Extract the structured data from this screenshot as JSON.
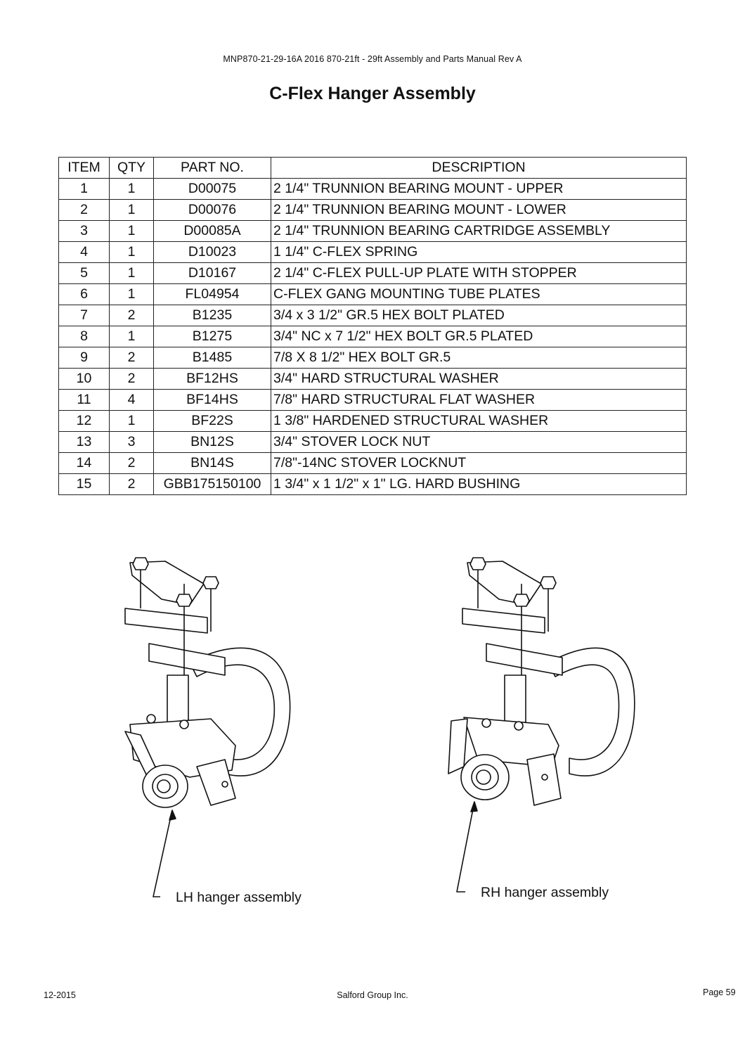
{
  "header": {
    "doc_ref": "MNP870-21-29-16A 2016 870-21ft - 29ft Assembly and Parts Manual Rev A"
  },
  "title": "C-Flex Hanger Assembly",
  "table": {
    "columns": [
      "ITEM",
      "QTY",
      "PART NO.",
      "DESCRIPTION"
    ],
    "rows": [
      {
        "item": "1",
        "qty": "1",
        "part": "D00075",
        "desc": "2 1/4\" TRUNNION BEARING MOUNT - UPPER"
      },
      {
        "item": "2",
        "qty": "1",
        "part": "D00076",
        "desc": "2 1/4\" TRUNNION BEARING MOUNT - LOWER"
      },
      {
        "item": "3",
        "qty": "1",
        "part": "D00085A",
        "desc": "2 1/4\" TRUNNION BEARING CARTRIDGE ASSEMBLY"
      },
      {
        "item": "4",
        "qty": "1",
        "part": "D10023",
        "desc": "1 1/4\" C-FLEX SPRING"
      },
      {
        "item": "5",
        "qty": "1",
        "part": "D10167",
        "desc": "2 1/4\" C-FLEX PULL-UP PLATE WITH STOPPER"
      },
      {
        "item": "6",
        "qty": "1",
        "part": "FL04954",
        "desc": "C-FLEX GANG MOUNTING TUBE PLATES"
      },
      {
        "item": "7",
        "qty": "2",
        "part": "B1235",
        "desc": "3/4 x 3 1/2\" GR.5 HEX BOLT PLATED"
      },
      {
        "item": "8",
        "qty": "1",
        "part": "B1275",
        "desc": "3/4\" NC x 7 1/2\" HEX BOLT GR.5 PLATED"
      },
      {
        "item": "9",
        "qty": "2",
        "part": "B1485",
        "desc": "7/8 X 8 1/2\" HEX BOLT GR.5"
      },
      {
        "item": "10",
        "qty": "2",
        "part": "BF12HS",
        "desc": "3/4\" HARD STRUCTURAL WASHER"
      },
      {
        "item": "11",
        "qty": "4",
        "part": "BF14HS",
        "desc": "7/8\" HARD STRUCTURAL FLAT WASHER"
      },
      {
        "item": "12",
        "qty": "1",
        "part": "BF22S",
        "desc": "1 3/8\" HARDENED STRUCTURAL WASHER"
      },
      {
        "item": "13",
        "qty": "3",
        "part": "BN12S",
        "desc": "3/4\" STOVER LOCK NUT"
      },
      {
        "item": "14",
        "qty": "2",
        "part": "BN14S",
        "desc": "7/8\"-14NC STOVER LOCKNUT"
      },
      {
        "item": "15",
        "qty": "2",
        "part": "GBB175150100",
        "desc": "1 3/4\" x 1 1/2\" x 1\" LG. HARD BUSHING"
      }
    ]
  },
  "figures": {
    "left_caption": "LH hanger assembly",
    "right_caption": "RH hanger assembly"
  },
  "footer": {
    "date": "12-2015",
    "company": "Salford Group Inc.",
    "page": "Page 59"
  }
}
